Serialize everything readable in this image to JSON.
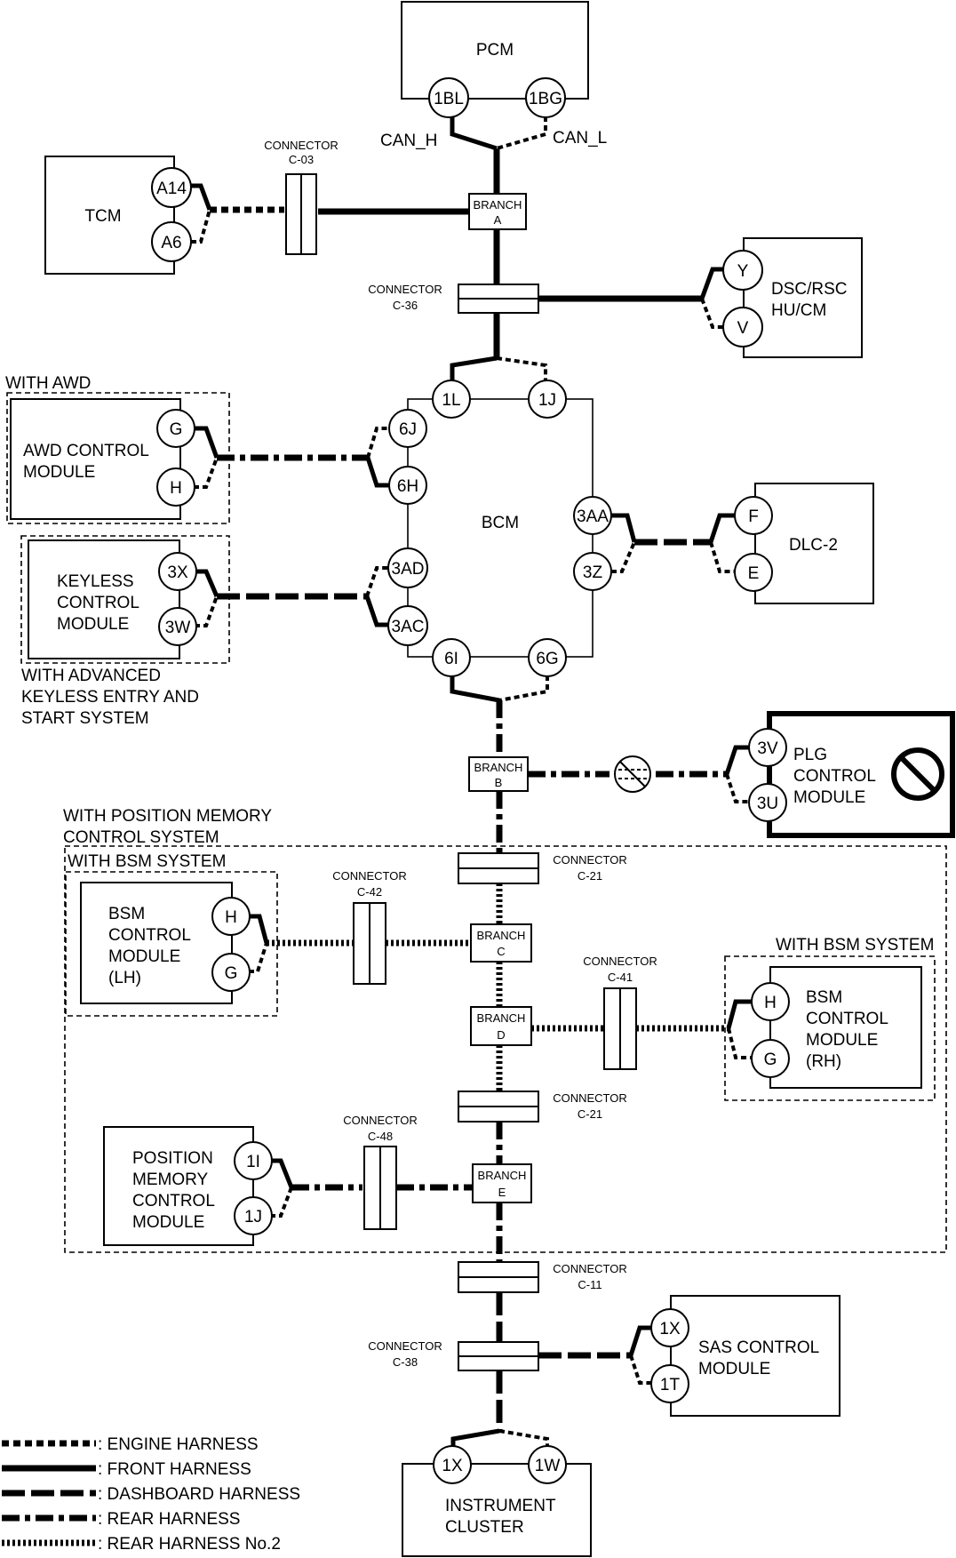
{
  "modules": {
    "pcm": "PCM",
    "tcm": "TCM",
    "dsc": [
      "DSC/RSC",
      "HU/CM"
    ],
    "bcm": "BCM",
    "awd": [
      "AWD CONTROL",
      "MODULE"
    ],
    "keyless": [
      "KEYLESS",
      "CONTROL",
      "MODULE"
    ],
    "dlc": "DLC-2",
    "plg": [
      "PLG",
      "CONTROL",
      "MODULE"
    ],
    "bsm_lh": [
      "BSM",
      "CONTROL",
      "MODULE",
      "(LH)"
    ],
    "bsm_rh": [
      "BSM",
      "CONTROL",
      "MODULE",
      "(RH)"
    ],
    "position_memory": [
      "POSITION",
      "MEMORY",
      "CONTROL",
      "MODULE"
    ],
    "sas": [
      "SAS CONTROL",
      "MODULE"
    ],
    "instrument_cluster": [
      "INSTRUMENT",
      "CLUSTER"
    ]
  },
  "signals": {
    "can_h": "CAN_H",
    "can_l": "CAN_L"
  },
  "pins": {
    "pcm_h": "1BL",
    "pcm_l": "1BG",
    "tcm_h": "A14",
    "tcm_l": "A6",
    "dsc_h": "Y",
    "dsc_l": "V",
    "bcm_1l": "1L",
    "bcm_1j": "1J",
    "bcm_6j": "6J",
    "bcm_6h": "6H",
    "bcm_3aa": "3AA",
    "bcm_3z": "3Z",
    "bcm_3ad": "3AD",
    "bcm_3ac": "3AC",
    "bcm_6i": "6I",
    "bcm_6g": "6G",
    "awd_g": "G",
    "awd_h": "H",
    "key_3x": "3X",
    "key_3w": "3W",
    "dlc_f": "F",
    "dlc_e": "E",
    "plg_3v": "3V",
    "plg_3u": "3U",
    "bsml_h": "H",
    "bsml_g": "G",
    "bsmr_h": "H",
    "bsmr_g": "G",
    "pm_1i": "1I",
    "pm_1j": "1J",
    "sas_1x": "1X",
    "sas_1t": "1T",
    "ic_1x": "1X",
    "ic_1w": "1W"
  },
  "connectors": {
    "c03": [
      "CONNECTOR",
      "C-03"
    ],
    "c36": [
      "CONNECTOR",
      "C-36"
    ],
    "c21a": [
      "CONNECTOR",
      "C-21"
    ],
    "c42": [
      "CONNECTOR",
      "C-42"
    ],
    "c41": [
      "CONNECTOR",
      "C-41"
    ],
    "c21b": [
      "CONNECTOR",
      "C-21"
    ],
    "c48": [
      "CONNECTOR",
      "C-48"
    ],
    "c11": [
      "CONNECTOR",
      "C-11"
    ],
    "c38": [
      "CONNECTOR",
      "C-38"
    ]
  },
  "branches": {
    "a": [
      "BRANCH",
      "A"
    ],
    "b": [
      "BRANCH",
      "B"
    ],
    "c": [
      "BRANCH",
      "C"
    ],
    "d": [
      "BRANCH",
      "D"
    ],
    "e": [
      "BRANCH",
      "E"
    ]
  },
  "groups": {
    "with_awd": "WITH AWD",
    "advanced_keyless": [
      "WITH ADVANCED",
      "KEYLESS ENTRY  AND",
      "START SYSTEM"
    ],
    "position_memory_system": [
      "WITH POSITION MEMORY",
      "CONTROL SYSTEM"
    ],
    "bsm_left": "WITH BSM SYSTEM",
    "bsm_right": "WITH BSM SYSTEM"
  },
  "legend": [
    {
      "style": "engine",
      "label": ": ENGINE HARNESS"
    },
    {
      "style": "front",
      "label": ": FRONT HARNESS"
    },
    {
      "style": "dashboard",
      "label": ": DASHBOARD HARNESS"
    },
    {
      "style": "rear",
      "label": ": REAR HARNESS"
    },
    {
      "style": "rear2",
      "label": ": REAR HARNESS No.2"
    }
  ]
}
